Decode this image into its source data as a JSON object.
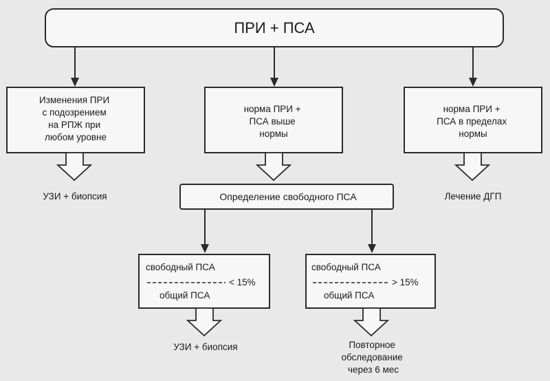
{
  "top_box": "ПРИ + ПСА",
  "branches": [
    {
      "lines": [
        "Изменения ПРИ",
        "с подозрением",
        "на РПЖ при",
        "любом уровне"
      ],
      "outcome": [
        "УЗИ + биопсия"
      ]
    },
    {
      "lines": [
        "норма ПРИ +",
        "ПСА выше",
        "нормы"
      ],
      "outcome": []
    },
    {
      "lines": [
        "норма ПРИ +",
        "ПСА в пределах",
        "нормы"
      ],
      "outcome": [
        "Лечение ДГП"
      ]
    }
  ],
  "middle_box": "Определение свободного ПСА",
  "ratio_boxes": [
    {
      "numerator": "свободный ПСА",
      "comparison": "< 15%",
      "denominator": "общий ПСА",
      "outcome": [
        "УЗИ + биопсия"
      ]
    },
    {
      "numerator": "свободный ПСА",
      "comparison": "> 15%",
      "denominator": "общий ПСА",
      "outcome": [
        "Повторное",
        "обследование",
        "через 6 мес"
      ]
    }
  ]
}
